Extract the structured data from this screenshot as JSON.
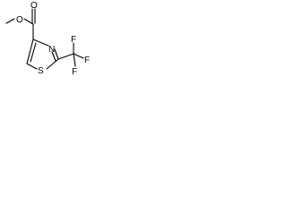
{
  "diagram": {
    "kind": "chemical-structure",
    "atoms": {
      "carbonyl_o": "O",
      "ester_o": "O",
      "ring_s": "S",
      "ring_n": "N",
      "f1": "F",
      "f2": "F",
      "f3": "F"
    },
    "colors": {
      "bond": "#000000",
      "label": "#000000",
      "background": "#ffffff"
    }
  }
}
